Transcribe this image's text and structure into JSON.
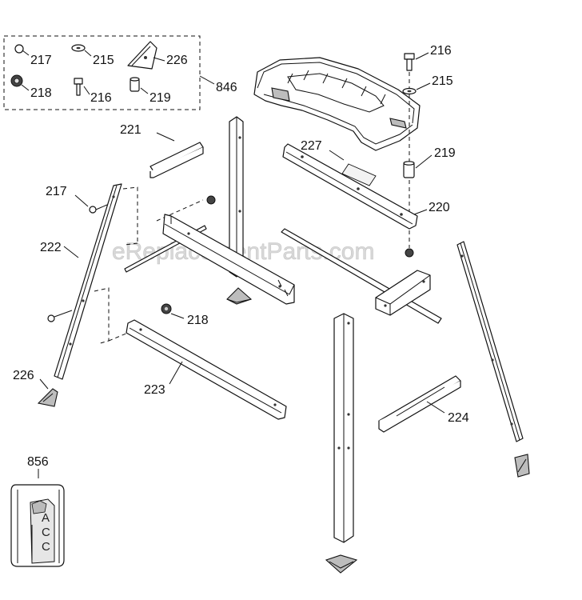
{
  "watermark": "eReplacementParts.com",
  "kit": {
    "id": "846",
    "items": [
      {
        "id": "217"
      },
      {
        "id": "215"
      },
      {
        "id": "226"
      },
      {
        "id": "218"
      },
      {
        "id": "216"
      },
      {
        "id": "219"
      }
    ]
  },
  "callouts": {
    "p216": "216",
    "p215": "215",
    "p219": "219",
    "p220": "220",
    "p227": "227",
    "p221": "221",
    "p217": "217",
    "p222": "222",
    "p218": "218",
    "p223": "223",
    "p224": "224",
    "p226": "226",
    "p856": "856"
  },
  "accessory_letters": [
    "A",
    "C",
    "C"
  ]
}
